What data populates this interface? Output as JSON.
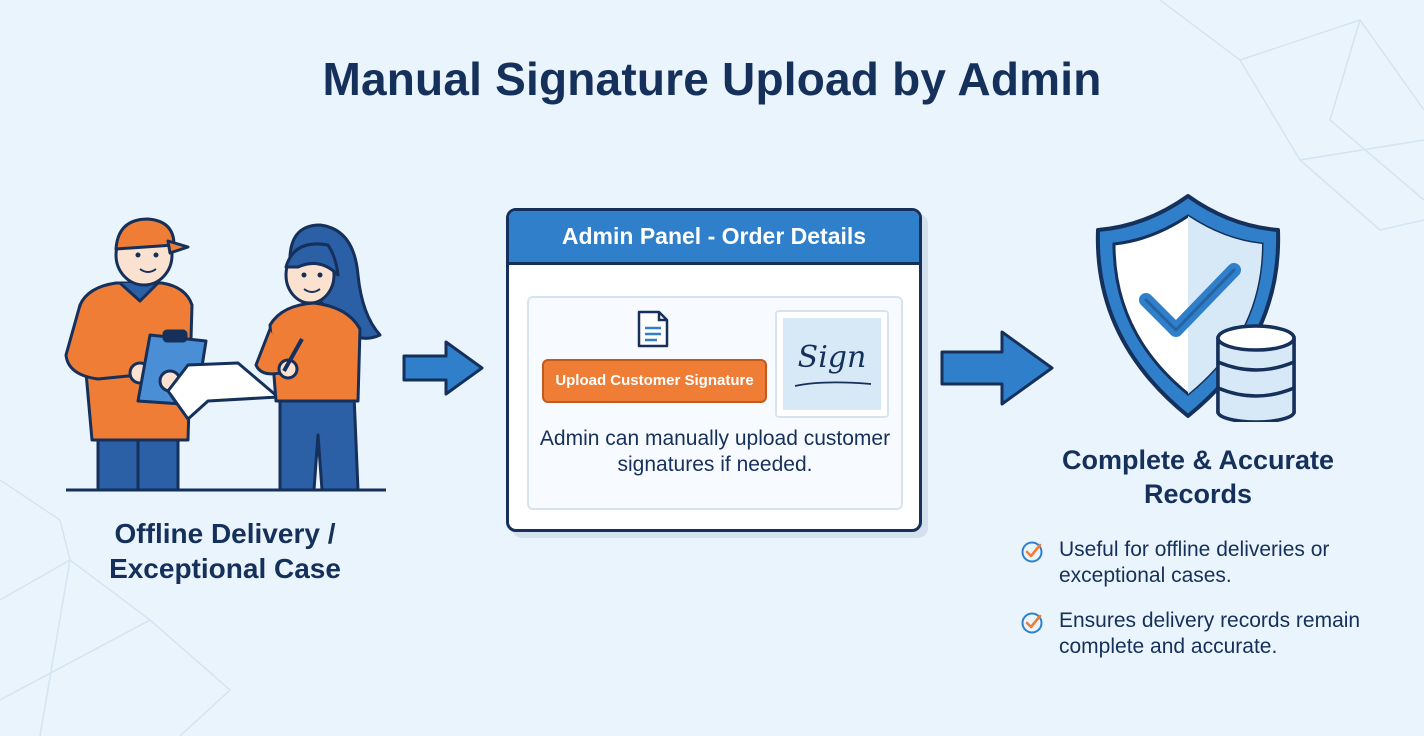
{
  "title": "Manual Signature Upload by Admin",
  "left": {
    "caption": "Offline Delivery / Exceptional Case"
  },
  "panel": {
    "header": "Admin Panel - Order Details",
    "upload_button_label": "Upload Customer Signature",
    "signature_text": "Sign",
    "caption": "Admin can manually upload customer signatures if needed."
  },
  "right": {
    "title": "Complete & Accurate Records",
    "benefits": [
      "Useful for offline deliveries or exceptional cases.",
      "Ensures delivery records remain complete and accurate."
    ]
  },
  "colors": {
    "background": "#eaf4fc",
    "navy": "#15305a",
    "blue": "#2f7fcb",
    "orange": "#ef7d36"
  },
  "icons": [
    "document-icon",
    "signature-image",
    "arrow-right-icon",
    "shield-check-icon",
    "database-icon",
    "check-circle-icon"
  ]
}
